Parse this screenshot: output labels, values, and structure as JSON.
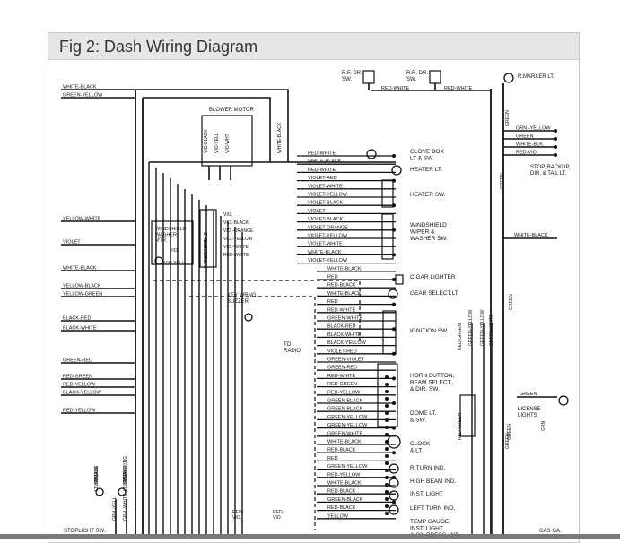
{
  "caption": "Fig 2: Dash Wiring Diagram",
  "diagram": {
    "top_components": [
      {
        "id": "rf",
        "label": "R.F. DR.\nSW."
      },
      {
        "id": "rr",
        "label": "R.R. DR.\nSW."
      },
      {
        "id": "rmarker",
        "label": "R.MARKER LT."
      }
    ],
    "top_wires": [
      "RED-WHITE",
      "RED-WHITE"
    ],
    "left_wires": [
      "WHITE-BLACK",
      "GREEN-YELLOW",
      "YELLOW-WHITE",
      "VIOLET",
      "WHITE-BLACK",
      "YELLOW-BLACK",
      "YELLOW-GREEN",
      "BLACK-RED",
      "BLACK-WHITE",
      "GREEN-RED",
      "RED-GREEN",
      "RED-YELLOW",
      "BLACK-YELLOW",
      "RED-YELLOW"
    ],
    "blower": {
      "label": "BLOWER MOTOR",
      "leads": [
        "VIO-BLACK",
        "VIO-YELL",
        "VIO-WHT"
      ],
      "side": "WHITE-BLACK"
    },
    "washer": {
      "label": "WINDSHIELD\nWASHER\nMTR.",
      "leads": [
        "VIO.",
        "VIO-YELL"
      ]
    },
    "wiper": {
      "label": "WINDSHIELD\nWIPER MTR.",
      "leads": [
        "VIO.",
        "VIO.-BLACK",
        "VIO.-ORANGE",
        "VIO.-YELLOW",
        "VIO.-WHITE",
        "RED-WHITE"
      ]
    },
    "buzzer": "KEY WRNG.\nBUZZER",
    "to_radio": "TO\nRADIO",
    "mid_wires": [
      "RED-WHITE",
      "WHITE-BLACK",
      "RED-WHITE",
      "VIOLET-RED",
      "VIOLET-WHITE",
      "VIOLET-YELLOW",
      "VIOLET-BLACK",
      "VIOLET",
      "VIOLET-BLACK",
      "VIOLET-ORANGE",
      "VIOLET-YELLOW",
      "VIOLET-WHITE",
      "WHITE-BLACK",
      "VIOLET-YELLOW",
      "WHITE-BLACK",
      "RED",
      "RED-BLACK",
      "WHITE-BLACK",
      "RED",
      "RED-WHITE",
      "GREEN-WHITE",
      "BLACK-RED",
      "BLACK-WHITE",
      "BLACK-YELLOW",
      "VIOLET-RED",
      "GREEN-VIOLET",
      "GREEN-RED",
      "RED-WHITE",
      "RED-GREEN",
      "RED-YELLOW",
      "GREEN-BLACK",
      "GREEN-BLACK",
      "GREEN-YELLOW",
      "GREEN-YELLOW",
      "GREEN-WHITE",
      "WHITE-BLACK",
      "RED-BLACK",
      "RED",
      "GREEN-YELLOW",
      "RED-YELLOW",
      "WHITE-BLACK",
      "RED-BLACK",
      "GREEN-BLACK",
      "RED-BLACK",
      "YELLOW"
    ],
    "right_components": [
      "GLOVE BOX\nLT & SW.",
      "HEATER LT.",
      "HEATER SW.",
      "WINDSHIELD\nWIPER &\nWASHER SW.",
      "CIGAR LIGHTER",
      "GEAR SELECT.LT",
      "IGNITION SW.",
      "HORN BUTTON,\nBEAM SELECT.,\n& DIR. SW.",
      "DOME LT.\n& SW.",
      "CLOCK\n& LT.",
      "R.TURN IND.",
      "HIGH BEAM IND.",
      "INST. LIGHT",
      "LEFT TURN IND.",
      "TEMP GAUGE,\nINST. LIGHT\n& OIL PRESS. IND."
    ],
    "far_right": {
      "wires": [
        "GRN.-YELLOW",
        "GREEN",
        "WHITE-BLK.",
        "RED-VIO.",
        "WHITE-BLACK",
        "GREEN"
      ],
      "stop_label": "STOP, BACKUP,\nDIR. & TAIL LT.",
      "license_label": "LICENSE\nLIGHTS",
      "verticals": [
        "GREEN",
        "GREEN",
        "GREEN",
        "RED-GREEN",
        "GREEN-YELLOW",
        "GREEN-YELLOW",
        "GREEN-WHITE",
        "GREEN",
        "RED-GREEN",
        "GREEN",
        "GRN"
      ],
      "gas": "GAS GA."
    },
    "bottom_left": {
      "switches": [
        "LOW\nBRAKE\nWRNG.\nLT. SW.",
        "PARKING\nBRAKE\nWRNG.\nLT. SW."
      ],
      "verticals": [
        "GRN.-YELL.",
        "GRN.-WHITE",
        "RED-\nVIO.",
        "RED-\nVIO."
      ],
      "stoplight": "STOPLIGHT SW."
    }
  }
}
